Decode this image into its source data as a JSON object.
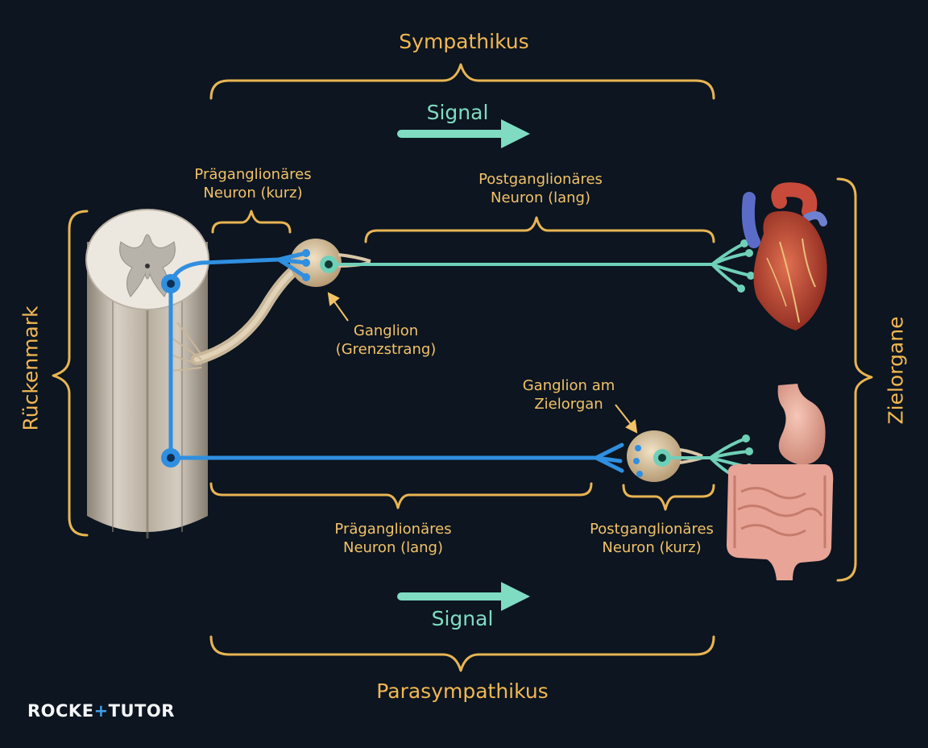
{
  "labels": {
    "sympathikus": "Sympathikus",
    "parasympathikus": "Parasympathikus",
    "signal_top": "Signal",
    "signal_bottom": "Signal",
    "prae_kurz_l1": "Präganglionäres",
    "prae_kurz_l2": "Neuron (kurz)",
    "post_lang_l1": "Postganglionäres",
    "post_lang_l2": "Neuron (lang)",
    "ganglion_l1": "Ganglion",
    "ganglion_l2": "(Grenzstrang)",
    "ganglion_ziel_l1": "Ganglion am",
    "ganglion_ziel_l2": "Zielorgan",
    "prae_lang_l1": "Präganglionäres",
    "prae_lang_l2": "Neuron (lang)",
    "post_kurz_l1": "Postganglionäres",
    "post_kurz_l2": "Neuron (kurz)",
    "rueckenmark": "Rückenmark",
    "zielorgane": "Zielorgane"
  },
  "logo": {
    "part1": "ROCKE",
    "plus": "+",
    "part2": "TUTOR"
  },
  "colors": {
    "background": "#0c1520",
    "label": "#f2b752",
    "brace": "#e8b552",
    "signal": "#7fdcc2",
    "preganglionic": "#2f8fe0",
    "postganglionic": "#6fd0b8"
  }
}
